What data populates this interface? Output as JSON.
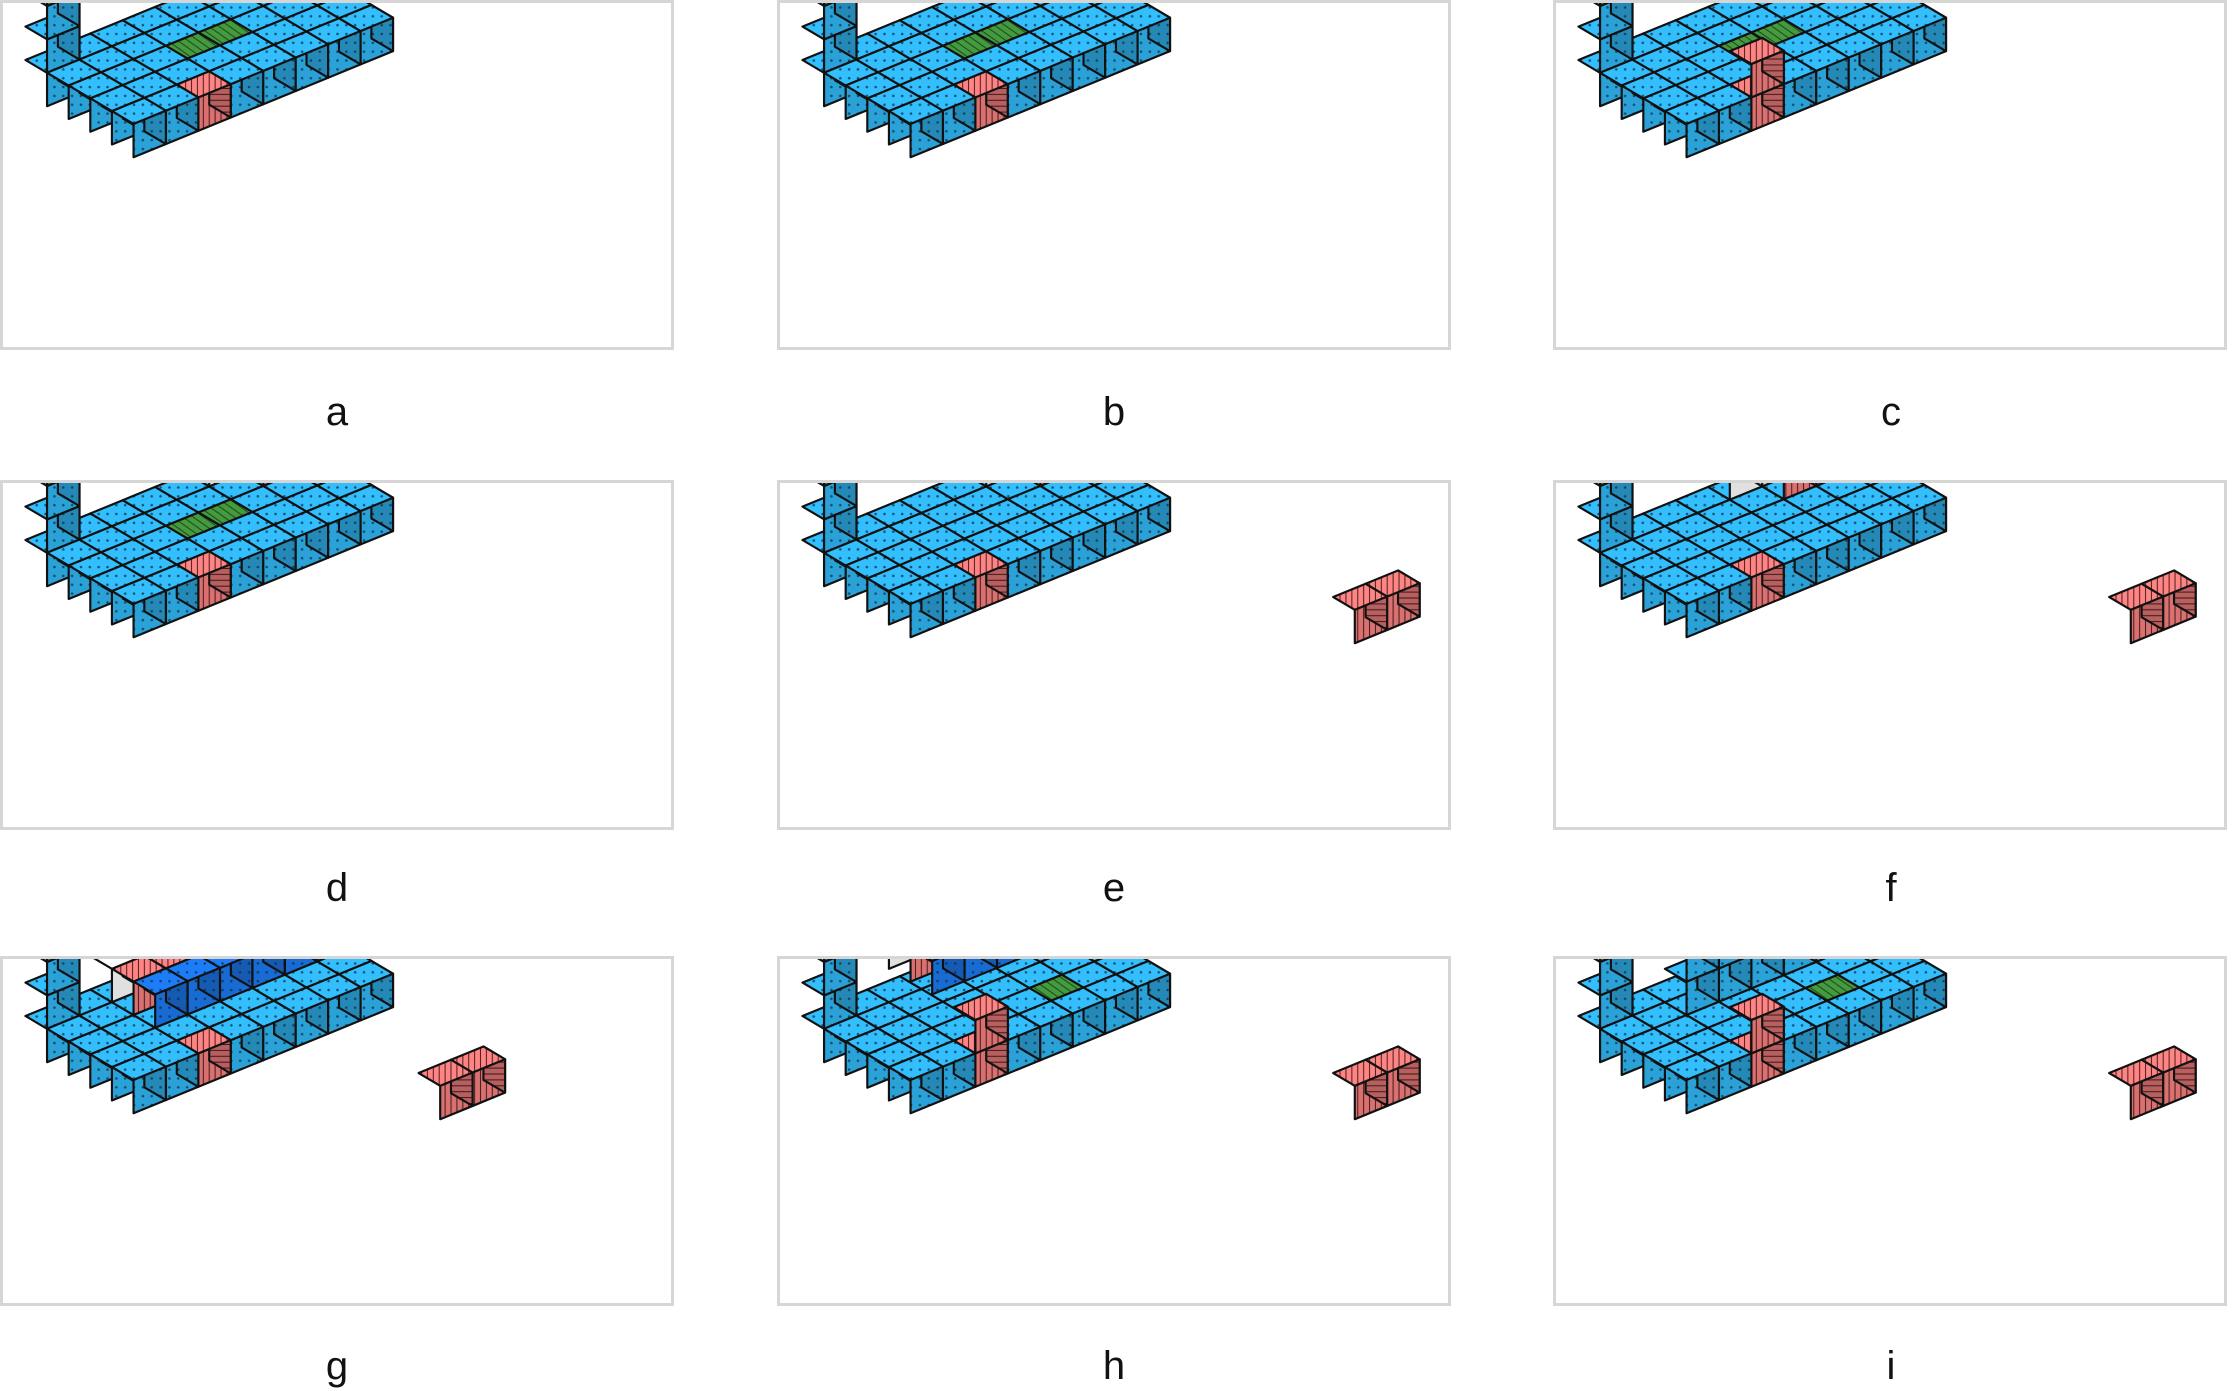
{
  "colors": {
    "floor": "#2fb0ea",
    "green": "#3f8f3a",
    "red": "#ec7b7b",
    "white": "#f4f4f4",
    "cyan": "#22d7ee",
    "blue": "#1b74e6",
    "outline": "#111111"
  },
  "panels": [
    {
      "label": "a",
      "scene": "a"
    },
    {
      "label": "b",
      "scene": "b"
    },
    {
      "label": "c",
      "scene": "c"
    },
    {
      "label": "d",
      "scene": "d"
    },
    {
      "label": "e",
      "scene": "e"
    },
    {
      "label": "f",
      "scene": "f"
    },
    {
      "label": "g",
      "scene": "g"
    },
    {
      "label": "h",
      "scene": "h"
    },
    {
      "label": "i",
      "scene": "i"
    }
  ]
}
